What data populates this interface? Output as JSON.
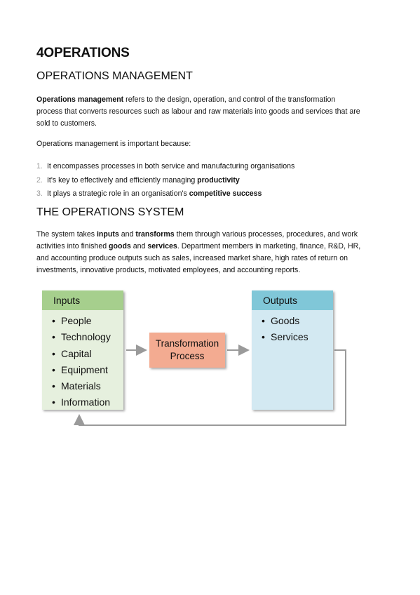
{
  "title": "4OPERATIONS",
  "section1": {
    "heading": "OPERATIONS MANAGEMENT",
    "para1_bold": "Operations management",
    "para1_line1_rest": " refers to the design, operation, and control of the transformation",
    "para1_line2": "process that converts resources such as labour and raw materials into goods and services that are",
    "para1_line3": "sold to customers.",
    "para2": "Operations management is important because:",
    "list": [
      {
        "num": "1.",
        "text": "It encompasses processes in both service and manufacturing organisations",
        "bold": ""
      },
      {
        "num": "2.",
        "text": "It's key to effectively and efficiently managing ",
        "bold": "productivity"
      },
      {
        "num": "3.",
        "text": "It plays a strategic role in an organisation's ",
        "bold": "competitive success"
      }
    ]
  },
  "section2": {
    "heading": "THE OPERATIONS SYSTEM",
    "p_a": "The system takes ",
    "p_b": "inputs",
    "p_c": " and ",
    "p_d": "transforms",
    "p_e": " them through various processes, procedures, and work",
    "p_f": "activities into finished ",
    "p_g": "goods",
    "p_h": " and ",
    "p_i": "services",
    "p_j": ". Department members in marketing, finance, R&D, HR,",
    "p_k": "and accounting produce outputs such as sales, increased market share, high rates of return on",
    "p_l": "investments, innovative products, motivated employees, and accounting reports."
  },
  "diagram": {
    "inputs_title": "Inputs",
    "inputs": [
      "People",
      "Technology",
      "Capital",
      "Equipment",
      "Materials",
      "Information"
    ],
    "transform_line1": "Transformation",
    "transform_line2": "Process",
    "outputs_title": "Outputs",
    "outputs": [
      "Goods",
      "Services"
    ],
    "colors": {
      "inputs_header": "#a6cf8d",
      "inputs_body": "#e6f0de",
      "outputs_header": "#80c7d8",
      "outputs_body": "#d3e9f2",
      "transform": "#f3ab91",
      "arrow": "#9a9a9a"
    }
  }
}
